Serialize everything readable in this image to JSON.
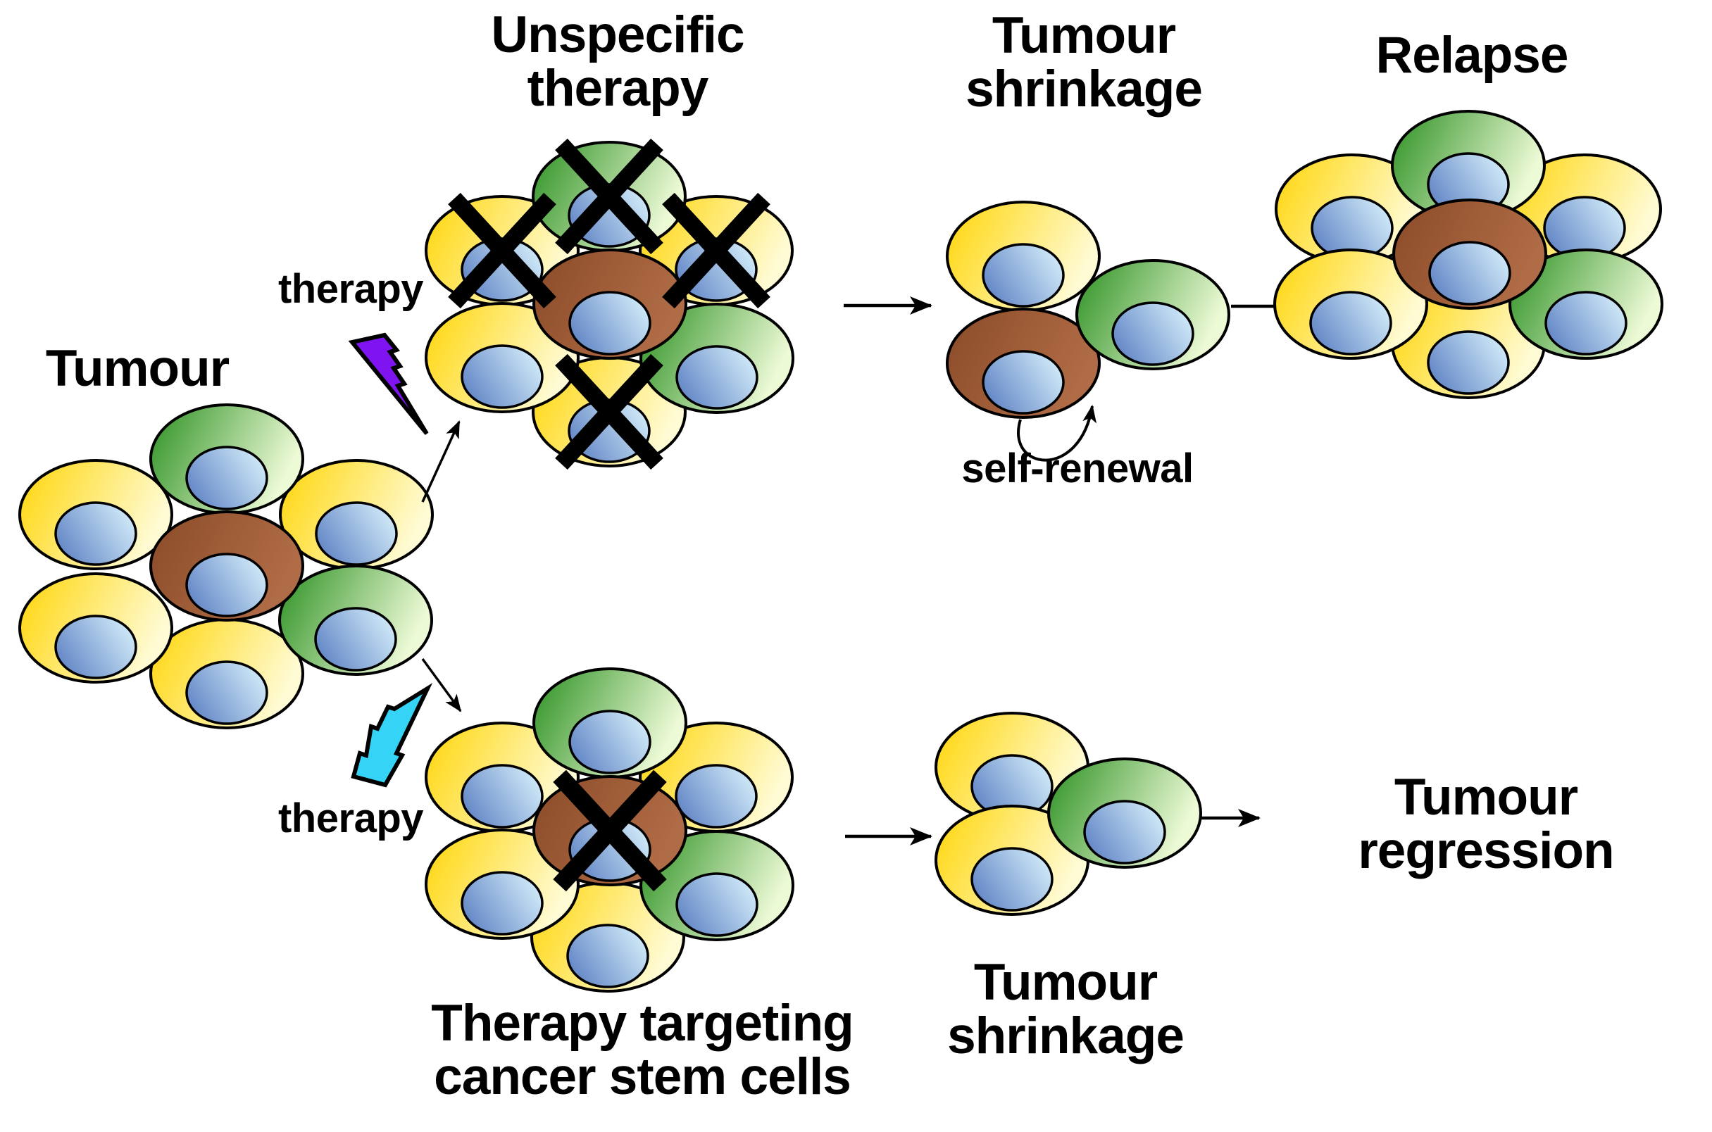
{
  "labels": {
    "tumour": "Tumour",
    "therapy_top": "therapy",
    "therapy_bottom": "therapy",
    "unspecific_therapy_line1": "Unspecific",
    "unspecific_therapy_line2": "therapy",
    "tumour_shrinkage_top_line1": "Tumour",
    "tumour_shrinkage_top_line2": "shrinkage",
    "relapse": "Relapse",
    "self_renewal": "self-renewal",
    "therapy_targeting_line1": "Therapy targeting",
    "therapy_targeting_line2": "cancer stem cells",
    "tumour_shrinkage_bottom_line1": "Tumour",
    "tumour_shrinkage_bottom_line2": "shrinkage",
    "tumour_regression_line1": "Tumour",
    "tumour_regression_line2": "regression"
  },
  "palette": {
    "background": "#FFFFFF",
    "outline": "#000000",
    "cell_yellow_dark": "#FFD506",
    "cell_yellow_light": "#FFFBD4",
    "cell_green_dark": "#2B9021",
    "cell_green_light": "#EDFAD6",
    "cell_brown_dark": "#8B4B28",
    "cell_brown_light": "#B06C46",
    "nucleus_dark": "#6286C6",
    "nucleus_light": "#D6EFFB",
    "bolt_top": "#7F14F0",
    "bolt_bottom": "#35D4F6"
  },
  "clusters": {
    "tumour": {
      "yellow_cells": 4,
      "green_cells": 2,
      "brown_stem_cells": 1,
      "crossed_out_cells": 0
    },
    "unspecific_therapy": {
      "yellow_cells": 4,
      "green_cells": 2,
      "brown_stem_cells": 1,
      "crossed_out_cells": 4
    },
    "tumour_shrinkage_top": {
      "yellow_cells": 1,
      "green_cells": 1,
      "brown_stem_cells": 1,
      "crossed_out_cells": 0
    },
    "relapse": {
      "yellow_cells": 4,
      "green_cells": 2,
      "brown_stem_cells": 1,
      "crossed_out_cells": 0
    },
    "therapy_targeting": {
      "yellow_cells": 4,
      "green_cells": 2,
      "brown_stem_cells": 1,
      "crossed_out_cells": 1
    },
    "tumour_shrinkage_bottom": {
      "yellow_cells": 2,
      "green_cells": 1,
      "brown_stem_cells": 0,
      "crossed_out_cells": 0
    }
  }
}
